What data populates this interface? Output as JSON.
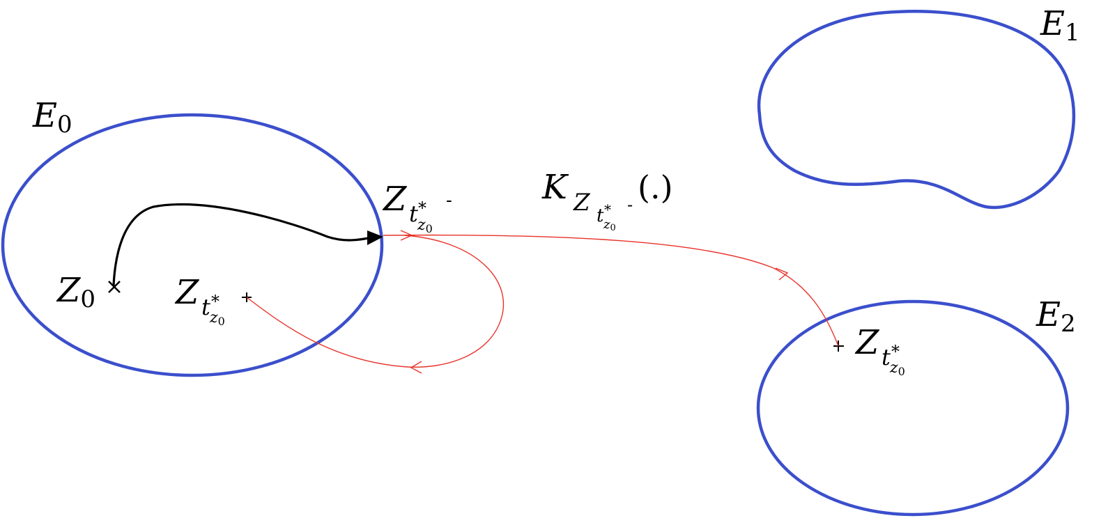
{
  "colors": {
    "region_stroke": "#3b4fcc",
    "deterministic_path": "#000000",
    "jump_path": "#e8322a",
    "text": "#000000"
  },
  "regions": {
    "e0": {
      "letter": "E",
      "index": "0"
    },
    "e1": {
      "letter": "E",
      "index": "1"
    },
    "e2": {
      "letter": "E",
      "index": "2"
    }
  },
  "labels": {
    "z0": {
      "letter": "Z",
      "index": "0"
    },
    "z_tstar_minus": {
      "letter": "Z",
      "t": "t",
      "star": "*",
      "zsub": "z",
      "zsub0": "0",
      "minus": "-"
    },
    "z_tstar_inside": {
      "letter": "Z",
      "t": "t",
      "star": "*",
      "zsub": "z",
      "zsub0": "0"
    },
    "z_tstar_e2": {
      "letter": "Z",
      "t": "t",
      "star": "*",
      "zsub": "z",
      "zsub0": "0"
    },
    "kernel": {
      "letter": "K",
      "z": "Z",
      "t": "t",
      "star": "*",
      "zsub": "z",
      "zsub0": "0",
      "minus": "-",
      "arg": "(.)"
    }
  }
}
